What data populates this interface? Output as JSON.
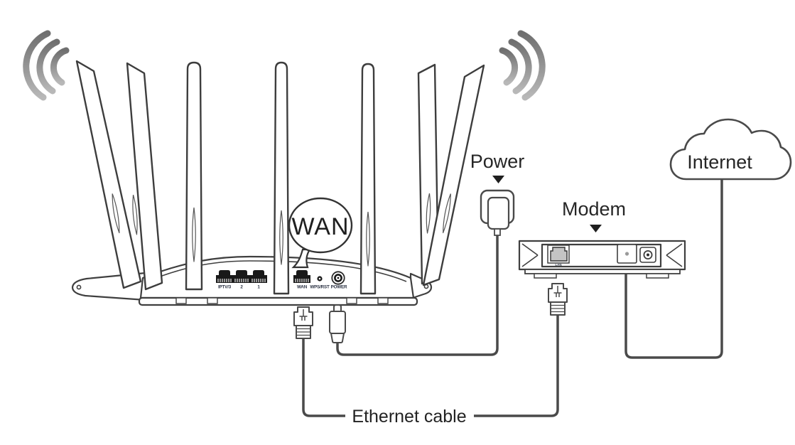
{
  "labels": {
    "power": "Power",
    "modem": "Modem",
    "internet": "Internet",
    "wan_callout": "WAN",
    "ethernet_cable": "Ethernet cable"
  },
  "router_ports": {
    "iptv3": "IPTV/3",
    "port2": "2",
    "port1": "1",
    "wan": "WAN",
    "wps_rst": "WPS/RST",
    "power": "POWER"
  },
  "modem_ports": {
    "lan": "LAN"
  },
  "icons": {
    "wifi_left": "wifi-signal-arcs",
    "wifi_right": "wifi-signal-arcs",
    "power_pointer": "down-triangle",
    "modem_pointer": "down-triangle",
    "internet_cloud": "cloud-outline",
    "wan_callout": "speech-balloon"
  },
  "colors": {
    "background": "#ffffff",
    "outline": "#3f3f3f",
    "cable": "#4a4a4a",
    "port_fill": "#191919",
    "port_label": "#2a3142",
    "label_text": "#262626",
    "wifi_gradient_top": "#6f6f6f",
    "wifi_gradient_bottom": "#b8b8b8",
    "modem_jack_fill": "#c4c4c4"
  }
}
